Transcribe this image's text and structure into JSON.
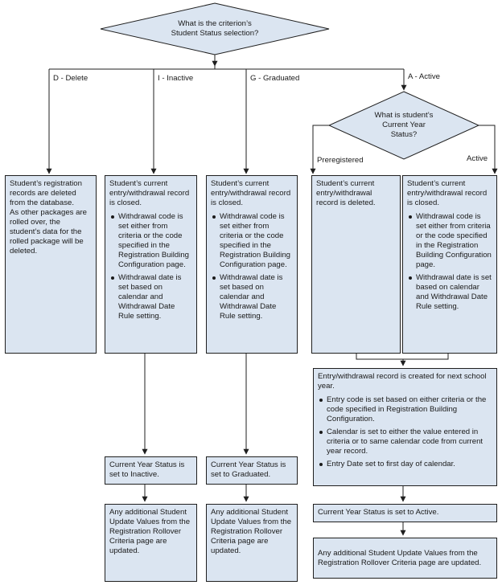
{
  "decisions": {
    "top": {
      "line1": "What is the criterion’s",
      "line2": "Student Status selection?"
    },
    "active": {
      "line1": "What is student’s",
      "line2": "Current Year",
      "line3": "Status?"
    }
  },
  "branches": {
    "delete": "D - Delete",
    "inactive": "I - Inactive",
    "graduated": "G - Graduated",
    "active": "A - Active",
    "preregistered": "Preregistered",
    "active_sub": "Active"
  },
  "delete_box": {
    "line1": "Student’s registration records are deleted from the database.",
    "line2": "As other packages are rolled over, the student’s data for the rolled package will be deleted."
  },
  "inactive_box": {
    "intro": "Student’s current entry/withdrawal record is closed.",
    "bullet1": "Withdrawal code is set either from criteria or the code specified in the Registration Building Configuration page.",
    "bullet2": "Withdrawal date is set based on calendar and Withdrawal Date Rule setting."
  },
  "graduated_box": {
    "intro": "Student’s current entry/withdrawal record is closed.",
    "bullet1": "Withdrawal code is set either from criteria or the code specified in the Registration Building Configuration page.",
    "bullet2": "Withdrawal date is set based on calendar and Withdrawal Date Rule setting."
  },
  "prereg_box": {
    "text": "Student’s current entry/withdrawal record is deleted."
  },
  "active_box": {
    "intro": "Student’s current entry/withdrawal record is closed.",
    "bullet1": "Withdrawal code is set either from criteria or the code specified in the Registration Building Configuration page.",
    "bullet2": "Withdrawal date is set based on calendar and Withdrawal Date Rule setting."
  },
  "entry_box": {
    "intro": "Entry/withdrawal record is created for next school year.",
    "bullet1": "Entry code is set based on either criteria or the code specified in Registration Building Configuration.",
    "bullet2": "Calendar is set to either the value entered in criteria or to same calendar code from current year record.",
    "bullet3": "Entry Date set to first day of calendar."
  },
  "status": {
    "inactive": "Current Year Status is set to Inactive.",
    "graduated": "Current Year Status is set to Graduated.",
    "active": "Current Year Status is set to Active."
  },
  "update": {
    "inactive": "Any additional Student Update Values from the Registration Rollover Criteria page are updated.",
    "graduated": "Any additional Student Update Values from the Registration Rollover Criteria page are updated.",
    "active": "Any additional Student Update Values from the Registration Rollover Criteria page are updated."
  },
  "colors": {
    "fill": "#dbe5f1",
    "stroke": "#1f1f1f"
  }
}
